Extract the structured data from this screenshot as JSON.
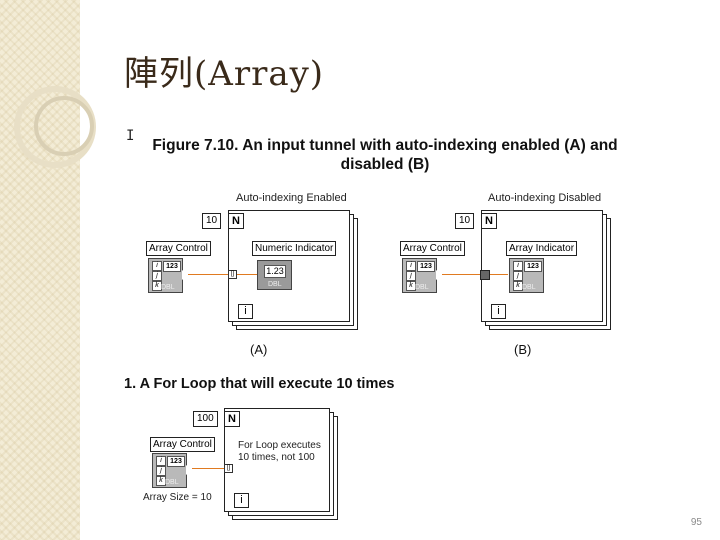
{
  "slide": {
    "title": "陣列(Array)",
    "figure_caption": "Figure 7.10. An input tunnel with auto-indexing enabled (A) and disabled (B)",
    "cursor_glyph": "I",
    "page_number": "95"
  },
  "panel_a": {
    "caption": "Auto-indexing Enabled",
    "count": "10",
    "n_label": "N",
    "i_label": "i",
    "array_control_label": "Array Control",
    "indicator_label": "Numeric Indicator",
    "indicator_value": "1.23",
    "num_label": "123",
    "dbl_label": "DBL",
    "idx_labels": [
      "i",
      "j",
      "k"
    ],
    "sublabel": "(A)"
  },
  "panel_b": {
    "caption": "Auto-indexing Disabled",
    "count": "10",
    "n_label": "N",
    "i_label": "i",
    "array_control_label": "Array Control",
    "indicator_label": "Array Indicator",
    "num_label": "123",
    "dbl_label": "DBL",
    "idx_labels": [
      "i",
      "j",
      "k"
    ],
    "sublabel": "(B)"
  },
  "step": {
    "text": "1. A For Loop that will execute 10 times"
  },
  "panel_c": {
    "count": "100",
    "n_label": "N",
    "i_label": "i",
    "array_control_label": "Array Control",
    "num_label": "123",
    "dbl_label": "DBL",
    "idx_labels": [
      "i",
      "j",
      "k"
    ],
    "loop_text_line1": "For Loop executes",
    "loop_text_line2": "10 times, not 100",
    "array_size_text": "Array Size = 10"
  },
  "colors": {
    "sidebar": "#f3ecd6",
    "title": "#3a2a1a",
    "wire": "#e07a20"
  }
}
